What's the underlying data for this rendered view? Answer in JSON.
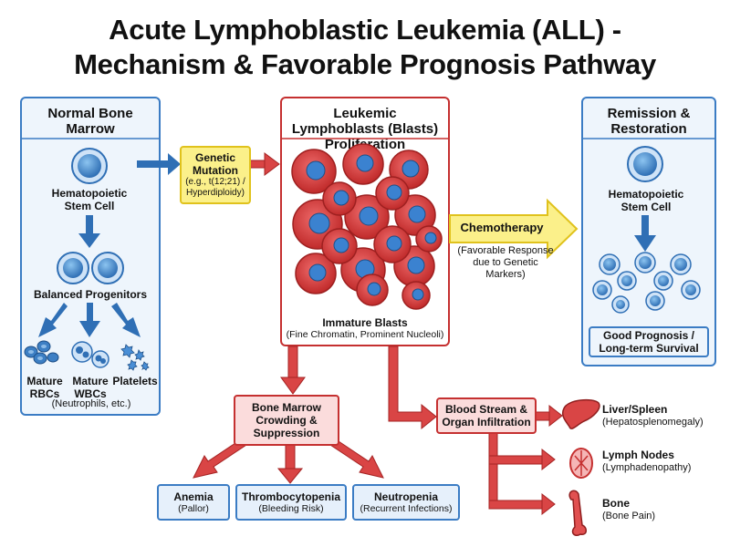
{
  "title_line1": "Acute Lymphoblastic Leukemia (ALL) -",
  "title_line2": "Mechanism & Favorable Prognosis Pathway",
  "left_panel": {
    "header": "Normal Bone Marrow",
    "stem_cell_label": "Hematopoietic Stem Cell",
    "progenitors_label": "Balanced Progenitors",
    "rbc_label": "Mature RBCs",
    "wbc_label": "Mature WBCs",
    "platelets_label": "Platelets",
    "wbc_note": "(Neutrophils, etc.)"
  },
  "mutation_box": {
    "title": "Genetic Mutation",
    "note": "(e.g., t(12;21) / Hyperdiploidy)"
  },
  "center_panel": {
    "header": "Leukemic Lymphoblasts (Blasts) Proliferation",
    "caption": "Immature Blasts",
    "caption_note": "(Fine Chromatin, Prominent Nucleoli)"
  },
  "chemo": {
    "label": "Chemotherapy",
    "note": "(Favorable Response due to Genetic Markers)"
  },
  "right_panel": {
    "header": "Remission & Restoration",
    "stem_cell_label": "Hematopoietic Stem Cell",
    "prognosis_label": "Good Prognosis / Long-term Survival"
  },
  "crowding_box": {
    "title": "Bone Marrow Crowding & Suppression"
  },
  "outcomes": {
    "anemia_title": "Anemia",
    "anemia_note": "(Pallor)",
    "thrombo_title": "Thrombocytopenia",
    "thrombo_note": "(Bleeding Risk)",
    "neutro_title": "Neutropenia",
    "neutro_note": "(Recurrent Infections)"
  },
  "infiltration_box": {
    "title": "Blood Stream & Organ Infiltration"
  },
  "organs": {
    "liver_title": "Liver/Spleen",
    "liver_note": "(Hepatosplenomegaly)",
    "lymph_title": "Lymph Nodes",
    "lymph_note": "(Lymphadenopathy)",
    "bone_title": "Bone",
    "bone_note": "(Bone Pain)"
  },
  "colors": {
    "blue_border": "#3b7cc4",
    "red_border": "#c53030",
    "yellow_fill": "#fbf08a",
    "blast_fill": "#d94545"
  }
}
